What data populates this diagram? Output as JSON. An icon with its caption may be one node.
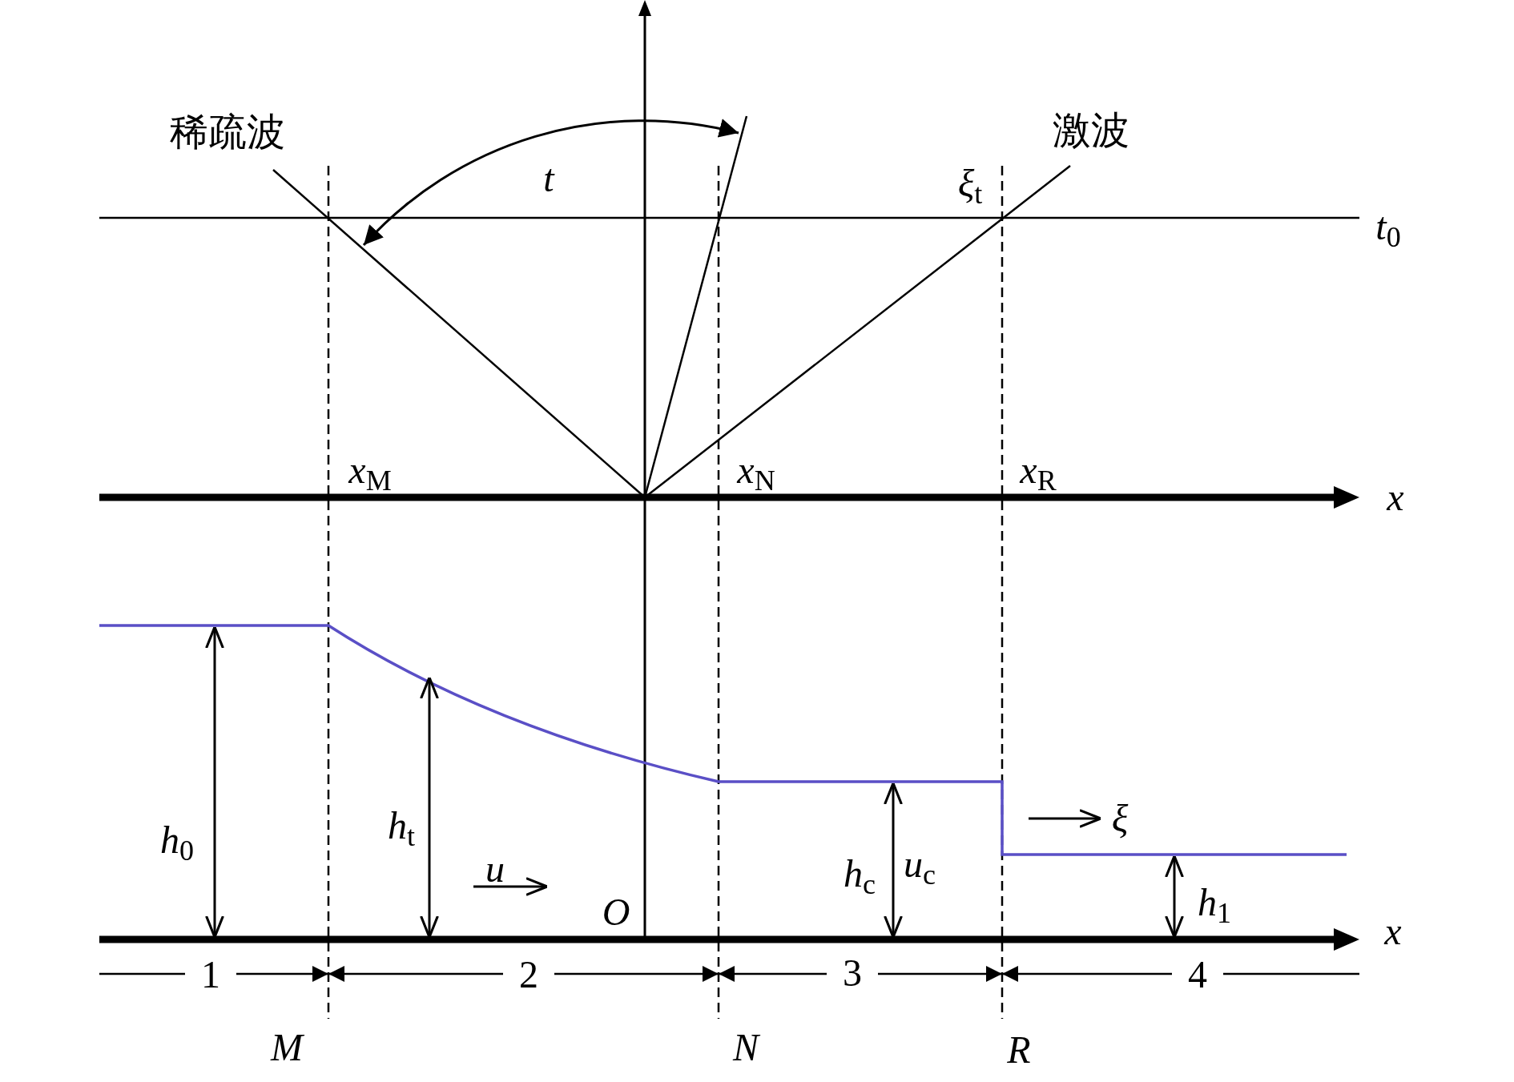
{
  "diagram": {
    "labels": [
      "稀疏波",
      "激波",
      "*t*",
      "*ξ*$_{t}$",
      "*t*$_{0}$",
      "*x*$_{M}$",
      "*x*$_{N}$",
      "*x*$_{R}$",
      "*x*",
      "*h*$_{0}$",
      "*h*$_{t}$",
      "*u*",
      "*O*",
      "*h*$_{c}$",
      "*u*$_{c}$",
      "*ξ*",
      "*h*$_{1}$",
      "*x*",
      "1",
      "2",
      "3",
      "4",
      "*M*",
      "*N*",
      "*R*"
    ]
  }
}
